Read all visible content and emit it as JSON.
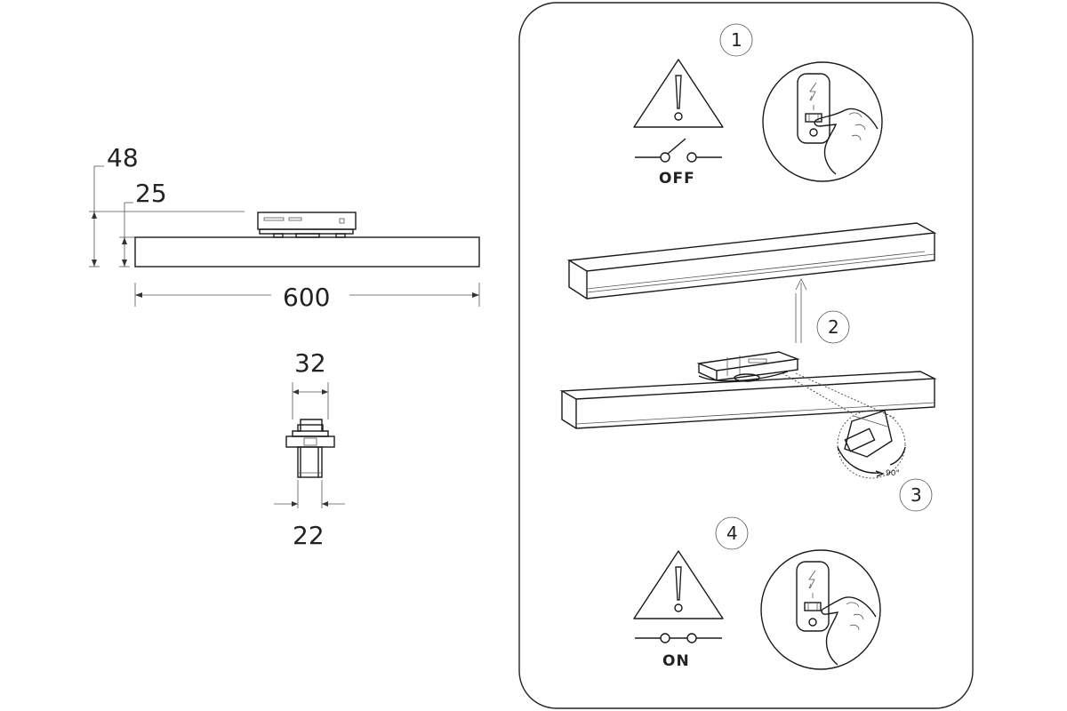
{
  "dimensions": {
    "height_total": "48",
    "height_body": "25",
    "length": "600",
    "adapter_width": "32",
    "profile_width": "22"
  },
  "steps": [
    {
      "number": "1",
      "state_label": "OFF"
    },
    {
      "number": "2"
    },
    {
      "number": "3",
      "rotation_label": "90°"
    },
    {
      "number": "4",
      "state_label": "ON"
    }
  ]
}
